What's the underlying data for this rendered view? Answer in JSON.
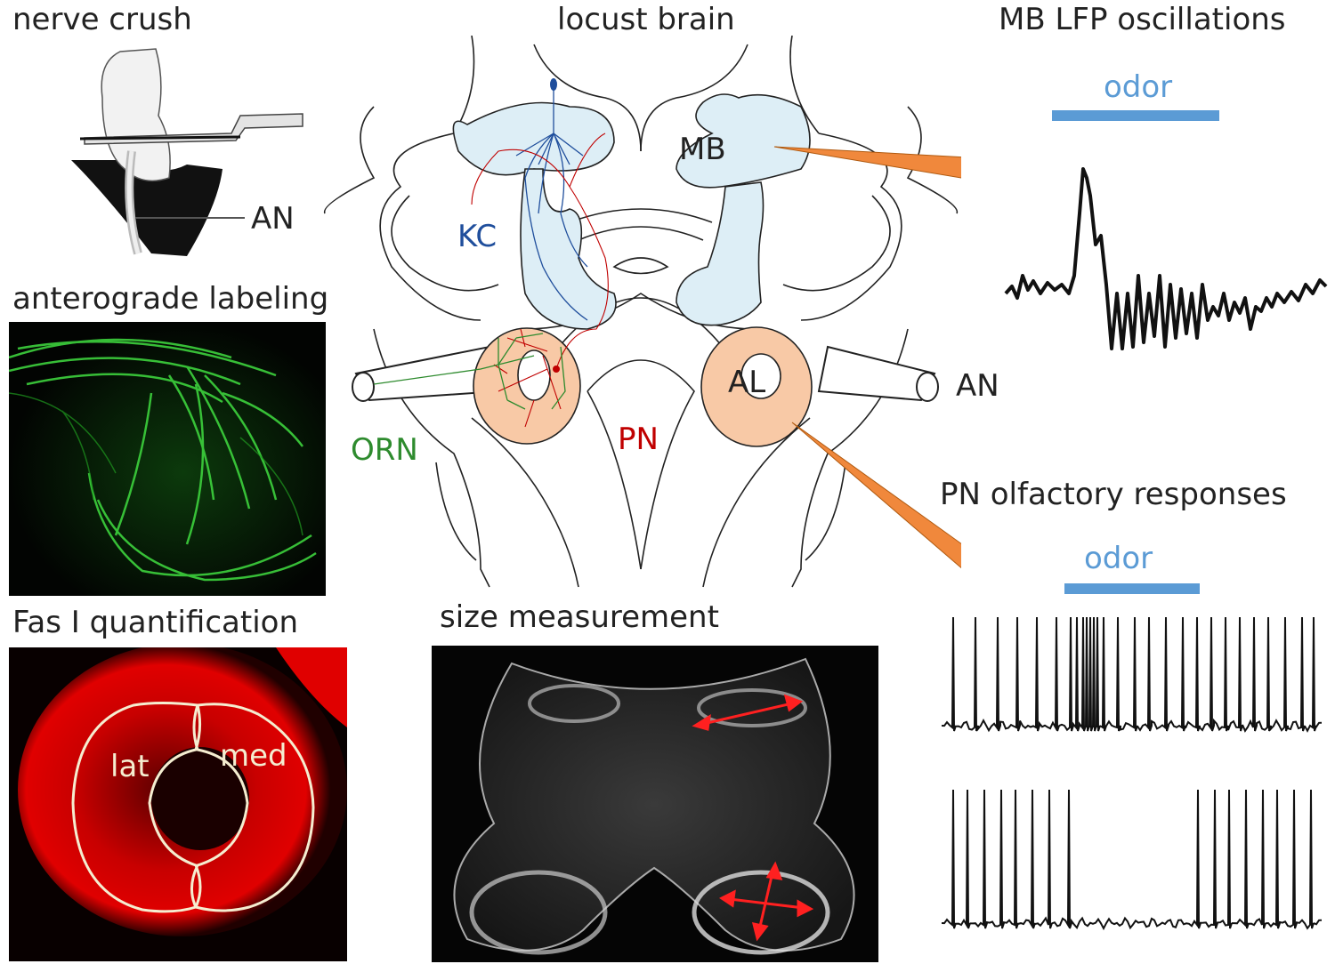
{
  "titles": {
    "nerve_crush": "nerve crush",
    "locust_brain": "locust brain",
    "mb_lfp": "MB LFP oscillations",
    "anterograde": "anterograde labeling",
    "fas_quant": "Fas I quantification",
    "size_measure": "size measurement",
    "pn_responses": "PN olfactory responses"
  },
  "labels": {
    "an_crush": "AN",
    "an_brain": "AN",
    "mb": "MB",
    "kc": "KC",
    "al": "AL",
    "pn": "PN",
    "orn": "ORN",
    "odor_lfp": "odor",
    "odor_pn": "odor",
    "lat": "lat",
    "med": "med"
  },
  "colors": {
    "odor_bar": "#5b9bd5",
    "kc_blue": "#1f4e9c",
    "pn_red": "#c00000",
    "orn_green": "#2e8b2e",
    "mb_fill": "#ddeef6",
    "al_fill": "#f8c9a6",
    "electrode": "#f0883c",
    "measure_arrow": "#ff2020"
  }
}
